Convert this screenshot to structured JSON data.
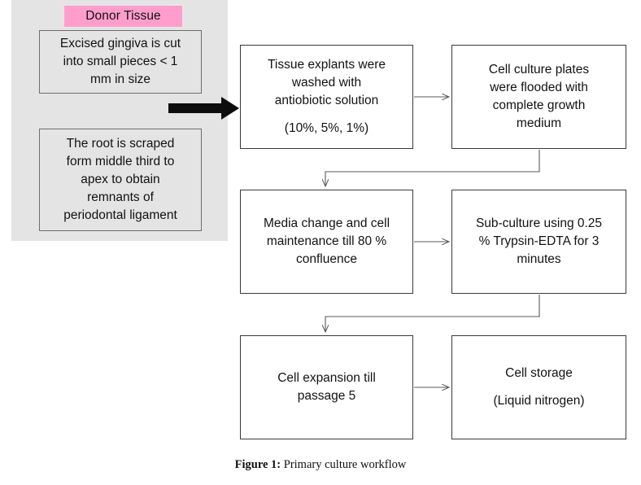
{
  "figure": {
    "caption_label": "Figure 1:",
    "caption_text": " Primary culture workflow"
  },
  "colors": {
    "panel_background": "#e4e4e4",
    "badge_background": "#ff9ecd",
    "box_border": "#3a3a3a",
    "connector": "#595959",
    "block_arrow": "#0d0d0d",
    "page_background": "#ffffff"
  },
  "donor_panel": {
    "badge_label": "Donor Tissue",
    "boxes": [
      {
        "id": "gingiva",
        "lines": [
          "Excised gingiva is cut",
          "into small pieces < 1",
          "mm in size"
        ]
      },
      {
        "id": "root",
        "lines": [
          "The root is scraped",
          "form middle third to",
          "apex to obtain",
          "remnants of",
          "periodontal ligament"
        ]
      }
    ]
  },
  "flow": {
    "steps": [
      {
        "id": "wash",
        "order": 1,
        "lines": [
          "Tissue explants were",
          "washed with",
          "antiobiotic solution"
        ],
        "sub_line": "(10%, 5%, 1%)"
      },
      {
        "id": "flood",
        "order": 2,
        "lines": [
          "Cell culture plates",
          "were flooded with",
          "complete growth",
          "medium"
        ],
        "sub_line": ""
      },
      {
        "id": "media",
        "order": 3,
        "lines": [
          "Media change and cell",
          "maintenance till 80 %",
          "confluence"
        ],
        "sub_line": ""
      },
      {
        "id": "sub",
        "order": 4,
        "lines": [
          "Sub-culture using 0.25",
          "% Trypsin-EDTA for 3",
          "minutes"
        ],
        "sub_line": ""
      },
      {
        "id": "expand",
        "order": 5,
        "lines": [
          "Cell expansion till",
          "passage 5"
        ],
        "sub_line": ""
      },
      {
        "id": "store",
        "order": 6,
        "lines": [
          "Cell storage"
        ],
        "sub_line": "(Liquid nitrogen)"
      }
    ],
    "connectors": [
      {
        "id": "donor-to-wash",
        "kind": "block-arrow",
        "direction": "right",
        "from": "donor-panel",
        "to": "wash"
      },
      {
        "id": "wash-to-flood",
        "kind": "line-arrow",
        "direction": "right",
        "from": "wash",
        "to": "flood"
      },
      {
        "id": "flood-to-media",
        "kind": "elbow-arrow",
        "direction": "down-left-down",
        "from": "flood",
        "to": "media"
      },
      {
        "id": "media-to-sub",
        "kind": "line-arrow",
        "direction": "right",
        "from": "media",
        "to": "sub"
      },
      {
        "id": "sub-to-expand",
        "kind": "elbow-arrow",
        "direction": "down-left-down",
        "from": "sub",
        "to": "expand"
      },
      {
        "id": "expand-to-store",
        "kind": "line-arrow",
        "direction": "right",
        "from": "expand",
        "to": "store"
      }
    ]
  }
}
